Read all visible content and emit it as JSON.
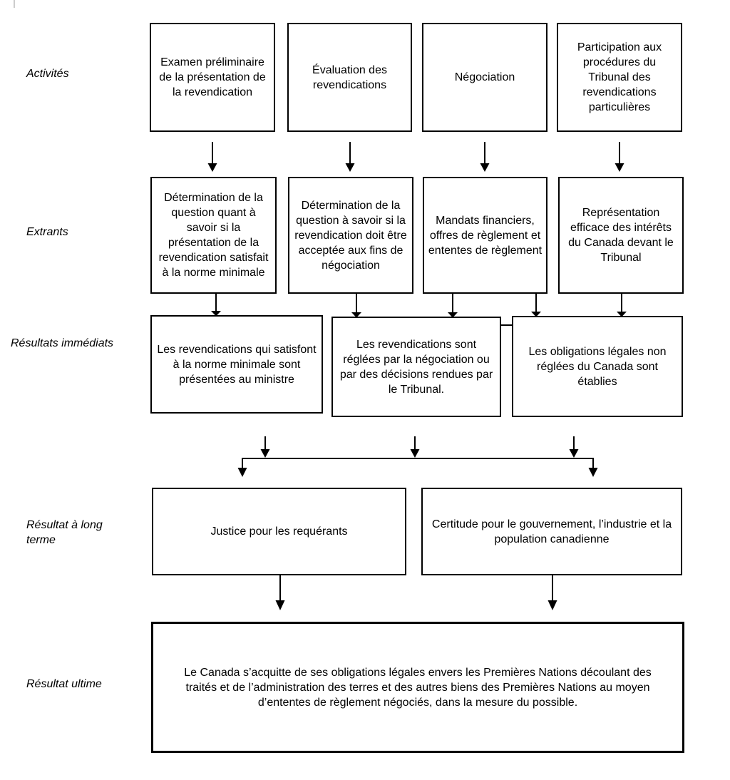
{
  "diagram": {
    "language": "fr",
    "kind": "logic-model-flowchart",
    "rows": [
      {
        "id": "activities",
        "label": "Activités",
        "boxes": [
          "Examen préliminaire de la présentation de la revendication",
          "Évaluation des revendications",
          "Négociation",
          "Participation aux procédures du Tribunal des revendications particulières"
        ]
      },
      {
        "id": "outputs",
        "label": "Extrants",
        "boxes": [
          "Détermination de la question quant à savoir si la présentation de la revendication satisfait à la norme minimale",
          "Détermination de la question à savoir si la revendication doit être acceptée aux fins de négociation",
          "Mandats financiers, offres de règlement et ententes de règlement",
          "Représentation efficace des intérêts du Canada devant le Tribunal"
        ]
      },
      {
        "id": "immediate-results",
        "label": "Résultats immédiats",
        "boxes": [
          "Les revendications qui satisfont à la norme minimale sont présentées au ministre",
          "Les revendications sont réglées par la négociation ou par des décisions rendues par le Tribunal.",
          "Les obligations légales non réglées du Canada sont établies"
        ]
      },
      {
        "id": "long-term-result",
        "label": "Résultat à long terme",
        "boxes": [
          "Justice pour les requérants",
          "Certitude pour le gouvernement, l’industrie et la population canadienne"
        ]
      },
      {
        "id": "ultimate-result",
        "label": "Résultat ultime",
        "boxes": [
          "Le Canada s’acquitte de ses obligations légales envers les Premières Nations découlant des traités et de l’administration des terres et des autres biens des Premières Nations au moyen d’ententes de règlement négociés, dans la mesure du possible."
        ]
      }
    ],
    "colors": {
      "line": "#000000",
      "text": "#000000",
      "background": "#ffffff",
      "artifact_line": "#cccccc"
    }
  }
}
